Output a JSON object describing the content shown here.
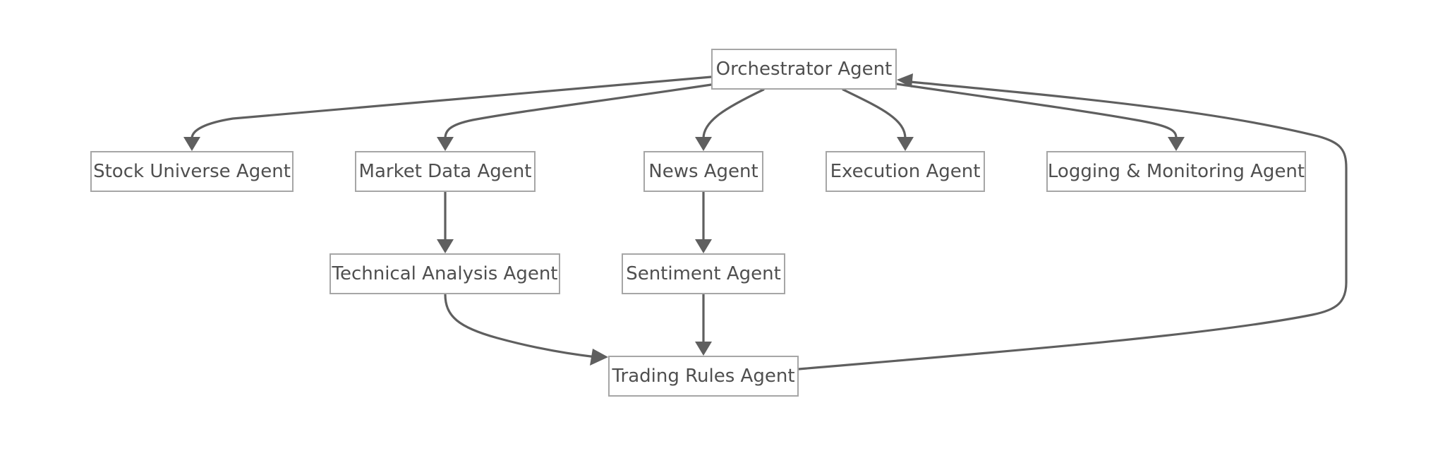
{
  "diagram": {
    "nodes": [
      {
        "id": "orchestrator",
        "label": "Orchestrator Agent"
      },
      {
        "id": "stock",
        "label": "Stock Universe Agent"
      },
      {
        "id": "market",
        "label": "Market Data Agent"
      },
      {
        "id": "news",
        "label": "News Agent"
      },
      {
        "id": "execution",
        "label": "Execution Agent"
      },
      {
        "id": "logging",
        "label": "Logging & Monitoring Agent"
      },
      {
        "id": "technical",
        "label": "Technical Analysis Agent"
      },
      {
        "id": "sentiment",
        "label": "Sentiment Agent"
      },
      {
        "id": "trading",
        "label": "Trading Rules Agent"
      }
    ],
    "edges": [
      {
        "from": "orchestrator",
        "to": "stock"
      },
      {
        "from": "orchestrator",
        "to": "market"
      },
      {
        "from": "orchestrator",
        "to": "news"
      },
      {
        "from": "orchestrator",
        "to": "execution"
      },
      {
        "from": "orchestrator",
        "to": "logging"
      },
      {
        "from": "market",
        "to": "technical"
      },
      {
        "from": "news",
        "to": "sentiment"
      },
      {
        "from": "technical",
        "to": "trading"
      },
      {
        "from": "sentiment",
        "to": "trading"
      },
      {
        "from": "trading",
        "to": "orchestrator"
      }
    ],
    "colors": {
      "edge": "#5f5f5f",
      "node_border": "#a6a6a6",
      "node_text": "#4f4f4f",
      "background": "#ffffff"
    }
  }
}
